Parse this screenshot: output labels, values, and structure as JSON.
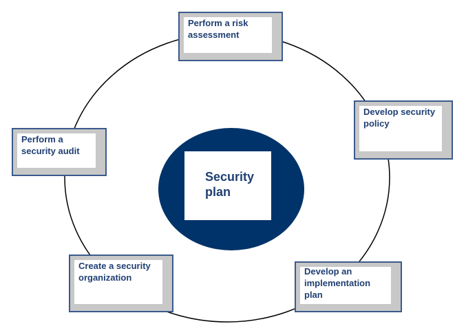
{
  "center": {
    "label": "Security\nplan"
  },
  "steps": [
    {
      "label": "Perform a risk\nassessment"
    },
    {
      "label": "Develop security\npolicy"
    },
    {
      "label": "Develop an\nimplementation\nplan"
    },
    {
      "label": "Create a security\norganization"
    },
    {
      "label": "Perform a\nsecurity audit"
    }
  ],
  "colors": {
    "center_fill": "#00336a",
    "text": "#1f3f73",
    "box_border": "#3a5a8c",
    "box_shadow": "#c8c8c8",
    "cycle_line": "#000000"
  }
}
